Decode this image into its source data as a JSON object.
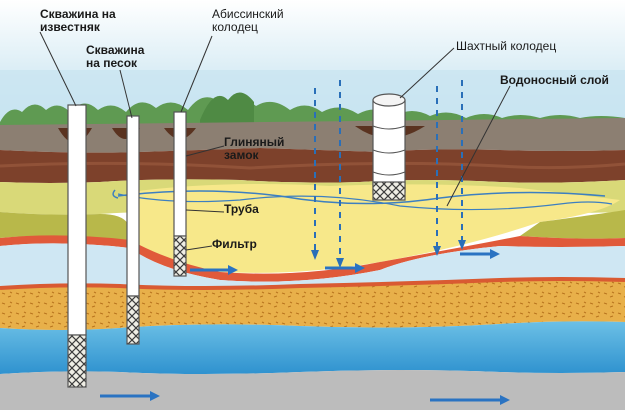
{
  "labels": {
    "well_limestone": "Скважина на\nизвестняк",
    "well_sand": "Скважина\nна песок",
    "abyssinian_well": "Абиссинский\nколодец",
    "mine_well": "Шахтный колодец",
    "aquifer": "Водоносный слой",
    "clay_lock": "Глиняный\nзамок",
    "pipe": "Труба",
    "filter": "Фильтр"
  },
  "colors": {
    "sky": "#d8ecf4",
    "trees": "#5f9a52",
    "topsoil": "#8b7d6e",
    "clay": "#7a3f2a",
    "sand": "#e9e98a",
    "aquifer": "#f2e07a",
    "water": "#cfe6f2",
    "deep_water": "#5fb2dc",
    "rock": "#b9b9b9",
    "arrow": "#2a73c2"
  }
}
